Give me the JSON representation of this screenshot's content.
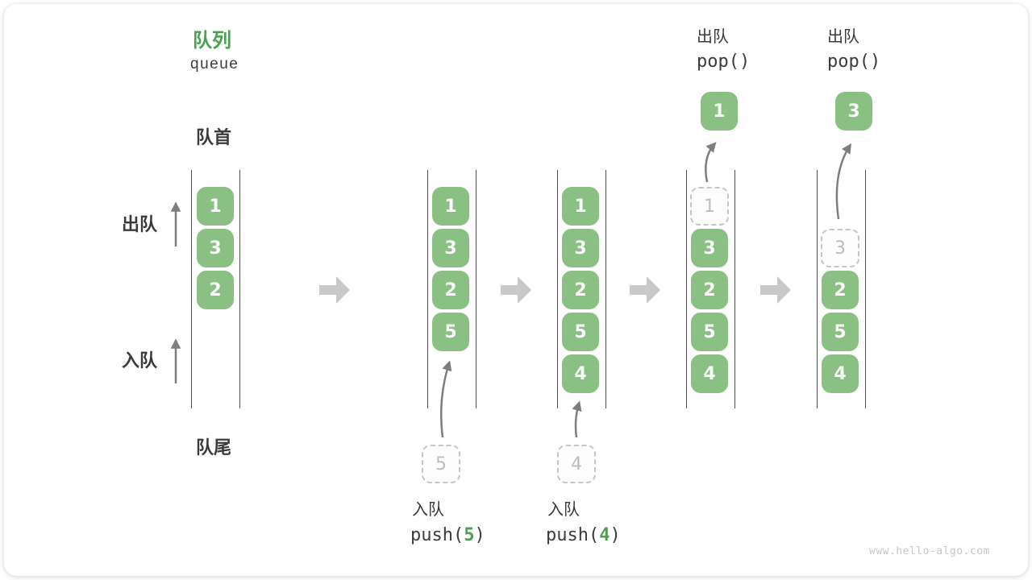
{
  "title": {
    "zh": "队列",
    "en": "queue"
  },
  "side_labels": {
    "front": "队首",
    "rear": "队尾",
    "dequeue": "出队",
    "enqueue": "入队"
  },
  "operations": {
    "push5": {
      "zh": "入队",
      "code_pre": "push(",
      "code_arg": "5",
      "code_post": ")"
    },
    "push4": {
      "zh": "入队",
      "code_pre": "push(",
      "code_arg": "4",
      "code_post": ")"
    },
    "pop_first": {
      "zh": "出队",
      "code": "pop()"
    },
    "pop_second": {
      "zh": "出队",
      "code": "pop()"
    }
  },
  "columns": [
    {
      "green": [
        "1",
        "3",
        "2"
      ]
    },
    {
      "green": [
        "1",
        "3",
        "2",
        "5"
      ]
    },
    {
      "green": [
        "1",
        "3",
        "2",
        "5",
        "4"
      ]
    },
    {
      "dashed": "1",
      "green": [
        "3",
        "2",
        "5",
        "4"
      ],
      "popped": "1"
    },
    {
      "dashed": "3",
      "green": [
        "2",
        "5",
        "4"
      ],
      "popped": "3"
    }
  ],
  "pending": {
    "below_col2": "5",
    "below_col3": "4"
  },
  "watermark": "www.hello-algo.com",
  "colors": {
    "green_box": "#8BC085",
    "accent_green": "#4AA24F",
    "dark_text": "#3C3C3C",
    "wall": "#4C4C4C",
    "thin_arrow": "#7E7E7E",
    "block_arrow": "#C9C9C9",
    "dashed_border": "#C6C6C6",
    "dashed_text": "#BDBDBD",
    "box_text": "#FAFAFA",
    "watermark": "#C6C6C6"
  }
}
